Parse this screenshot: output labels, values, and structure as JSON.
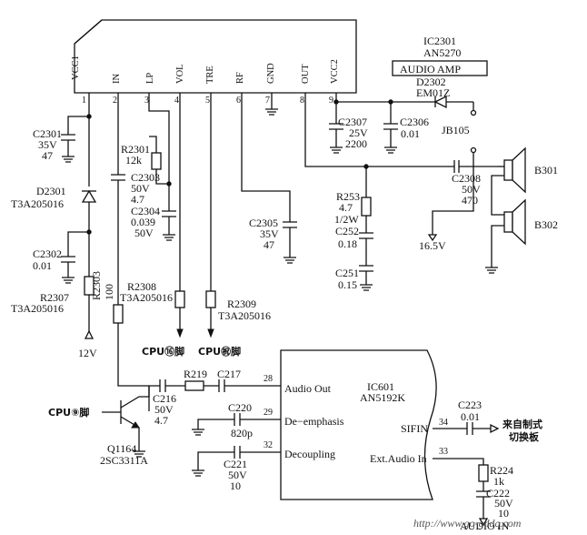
{
  "ic2301": {
    "ref": "IC2301",
    "part": "AN5270",
    "label": "AUDIO AMP"
  },
  "ic2301_pins": [
    {
      "num": "1",
      "name": "VCC1"
    },
    {
      "num": "2",
      "name": "IN"
    },
    {
      "num": "3",
      "name": "LP"
    },
    {
      "num": "4",
      "name": "VOL"
    },
    {
      "num": "5",
      "name": "TRE"
    },
    {
      "num": "6",
      "name": "RF"
    },
    {
      "num": "7",
      "name": "GND"
    },
    {
      "num": "8",
      "name": "OUT"
    },
    {
      "num": "9",
      "name": "VCC2"
    }
  ],
  "ic601": {
    "ref": "IC601",
    "part": "AN5192K"
  },
  "ic601_pins": [
    {
      "num": "28",
      "name": "Audio Out"
    },
    {
      "num": "29",
      "name": "De−emphasis"
    },
    {
      "num": "32",
      "name": "Decoupling"
    },
    {
      "num": "34",
      "name": "SIFIN"
    },
    {
      "num": "33",
      "name": "Ext.Audio In"
    }
  ],
  "components": {
    "C2301": {
      "ref": "C2301",
      "v1": "35V",
      "v2": "47"
    },
    "D2301": {
      "ref": "D2301",
      "v1": "T3A205016"
    },
    "C2302": {
      "ref": "C2302",
      "v1": "0.01"
    },
    "R2307": {
      "ref": "R2307",
      "v1": "T3A205016"
    },
    "R2303": {
      "ref": "R2303",
      "v1": "100"
    },
    "R2301": {
      "ref": "R2301",
      "v1": "12k"
    },
    "C2303": {
      "ref": "C2303",
      "v1": "50V",
      "v2": "4.7"
    },
    "C2304": {
      "ref": "C2304",
      "v1": "0.039",
      "v2": "50V"
    },
    "R2308": {
      "ref": "R2308",
      "v1": "T3A205016"
    },
    "R2309": {
      "ref": "R2309",
      "v1": "T3A205016"
    },
    "C2305": {
      "ref": "C2305",
      "v1": "35V",
      "v2": "47"
    },
    "C2307": {
      "ref": "C2307",
      "v1": "25V",
      "v2": "2200"
    },
    "C2306": {
      "ref": "C2306",
      "v1": "0.01"
    },
    "D2302": {
      "ref": "D2302",
      "v1": "EM01Z"
    },
    "JB105": {
      "ref": "JB105"
    },
    "C2308": {
      "ref": "C2308",
      "v1": "50V",
      "v2": "470"
    },
    "R253": {
      "ref": "R253",
      "v1": "4.7",
      "v2": "1/2W"
    },
    "C252": {
      "ref": "C252",
      "v1": "0.18"
    },
    "C251": {
      "ref": "C251",
      "v1": "0.15"
    },
    "B301": {
      "ref": "B301"
    },
    "B302": {
      "ref": "B302"
    },
    "R219": {
      "ref": "R219"
    },
    "C217": {
      "ref": "C217"
    },
    "C216": {
      "ref": "C216",
      "v1": "50V",
      "v2": "4.7"
    },
    "C220": {
      "ref": "C220",
      "v1": "820p"
    },
    "C221": {
      "ref": "C221",
      "v1": "50V",
      "v2": "10"
    },
    "C223": {
      "ref": "C223",
      "v1": "0.01"
    },
    "R224": {
      "ref": "R224",
      "v1": "1k"
    },
    "C222": {
      "ref": "C222",
      "v1": "50V",
      "v2": "10"
    },
    "Q1164": {
      "ref": "Q1164",
      "v1": "2SC3311A"
    }
  },
  "labels": {
    "v12": "12V",
    "v165": "16.5V",
    "cpu16": "CPU⑯脚",
    "cpu23": "CPU㊗脚",
    "cpu9": "CPU⑨脚",
    "from_switch_1": "来自制式",
    "from_switch_2": "切换板",
    "audio_in": "AUDIO IN",
    "watermark": "http://www.go-gddq.com"
  }
}
